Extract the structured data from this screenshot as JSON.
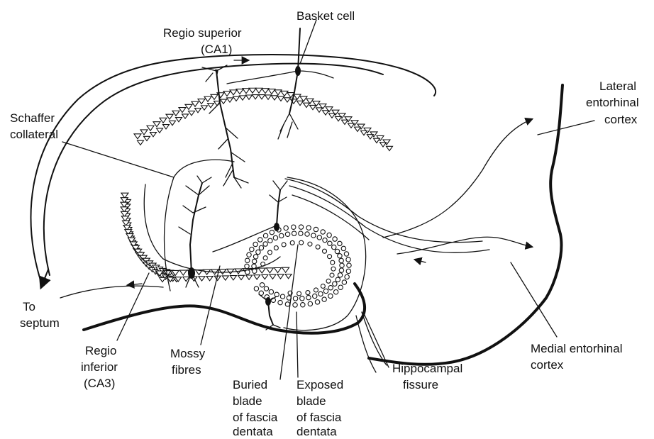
{
  "diagram": {
    "labels": {
      "basket_cell": "Basket cell",
      "regio_superior": [
        "Regio superior",
        "(CA1)"
      ],
      "schaffer_collateral": [
        "Schaffer",
        "collateral"
      ],
      "lateral_entorhinal": [
        "Lateral",
        "entorhinal",
        "cortex"
      ],
      "to_septum": [
        "To",
        "septum"
      ],
      "regio_inferior": [
        "Regio",
        "inferior",
        "(CA3)"
      ],
      "mossy_fibres": [
        "Mossy",
        "fibres"
      ],
      "buried_blade": [
        "Buried",
        "blade",
        "of fascia",
        "dentata"
      ],
      "exposed_blade": [
        "Exposed",
        "blade",
        "of fascia",
        "dentata"
      ],
      "hippocampal_fissure": [
        "Hippocampal",
        "fissure"
      ],
      "medial_entorhinal": [
        "Medial entorhinal",
        "cortex"
      ]
    }
  }
}
